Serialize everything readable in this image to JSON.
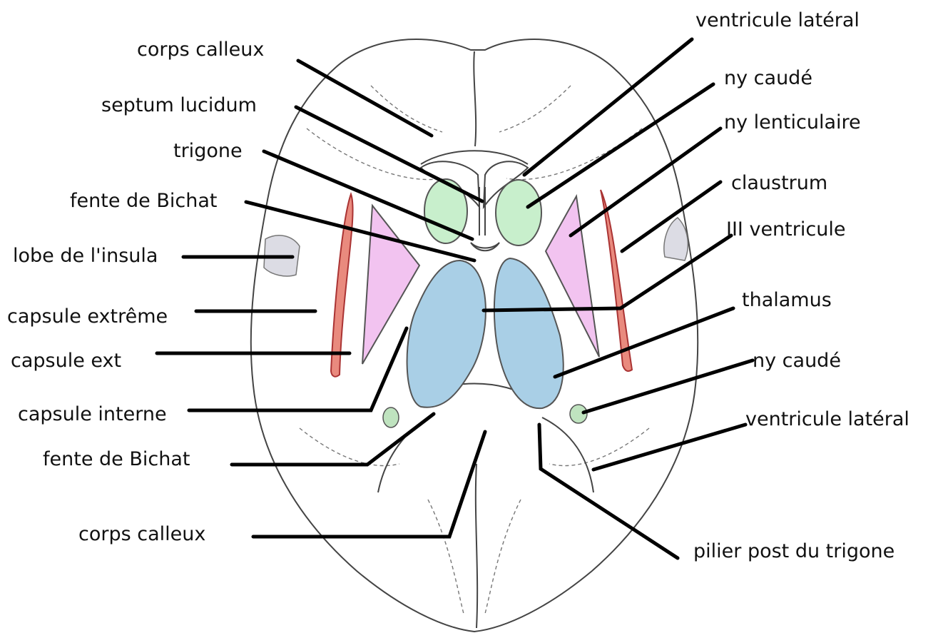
{
  "labels": {
    "corps_calleux_top": "corps calleux",
    "septum_lucidum": "septum lucidum",
    "trigone": "trigone",
    "fente_bichat_top": "fente de Bichat",
    "lobe_insula": "lobe de l'insula",
    "capsule_extreme": "capsule extrême",
    "capsule_ext": "capsule ext",
    "capsule_interne": "capsule interne",
    "fente_bichat_bottom": "fente de Bichat",
    "corps_calleux_bottom": "corps calleux",
    "ventricule_lateral_top": "ventricule latéral",
    "ny_caude_top": "ny caudé",
    "ny_lenticulaire": "ny lenticulaire",
    "claustrum": "claustrum",
    "iii_ventricule": "III ventricule",
    "thalamus": "thalamus",
    "ny_caude_bottom": "ny caudé",
    "ventricule_lateral_bottom": "ventricule latéral",
    "pilier_post_trigone": "pilier post du trigone"
  },
  "colors": {
    "thalamus": "#a9cfe6",
    "caudate_head": "#c8efcc",
    "lenticular": "#f2c3f0",
    "claustrum": "#e98a7e",
    "insula": "#dcdce4",
    "tail_caudate": "#bfe3bf",
    "leader": "#000000"
  }
}
